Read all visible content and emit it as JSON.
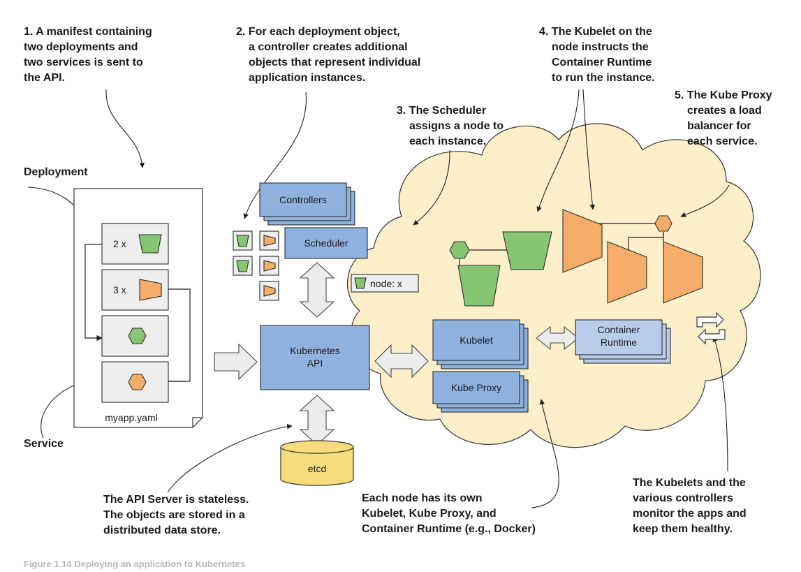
{
  "annotations": {
    "step1": [
      "1. A manifest containing",
      "two deployments and",
      "two services is sent to",
      "the API."
    ],
    "step2": [
      "2. For each deployment object,",
      "a controller creates additional",
      "objects that represent individual",
      "application instances."
    ],
    "step3": [
      "3. The Scheduler",
      "assigns a node to",
      "each instance."
    ],
    "step4": [
      "4. The Kubelet on the",
      "node instructs the",
      "Container Runtime",
      "to run the instance."
    ],
    "step5": [
      "5. The Kube Proxy",
      "creates a load",
      "balancer for",
      "each service."
    ],
    "deployment_label": "Deployment",
    "service_label": "Service",
    "api_note": [
      "The API Server is stateless.",
      "The objects are stored in a",
      "distributed data store."
    ],
    "node_note": [
      "Each node has its own",
      "Kubelet, Kube Proxy, and",
      "Container Runtime (e.g., Docker)"
    ],
    "monitor_note": [
      "The Kubelets and the",
      "various controllers",
      "monitor the apps and",
      "keep them healthy."
    ]
  },
  "manifest": {
    "filename": "myapp.yaml",
    "deployment_green_count": "2 x",
    "deployment_orange_count": "3 x"
  },
  "components": {
    "controllers": "Controllers",
    "scheduler": "Scheduler",
    "api": [
      "Kubernetes",
      "API"
    ],
    "etcd": "etcd",
    "kubelet": "Kubelet",
    "kube_proxy": "Kube Proxy",
    "container_runtime": [
      "Container",
      "Runtime"
    ],
    "node_tag": "node: x"
  },
  "caption": "Figure 1.14   Deploying an application to Kubernetes",
  "colors": {
    "component_blue": "#8fb1dd",
    "runtime_blue": "#b9cdeb",
    "green_instance": "#86c572",
    "orange_instance": "#f6ad6a",
    "cloud": "#fcefc9",
    "etcd": "#f8dc7c"
  }
}
